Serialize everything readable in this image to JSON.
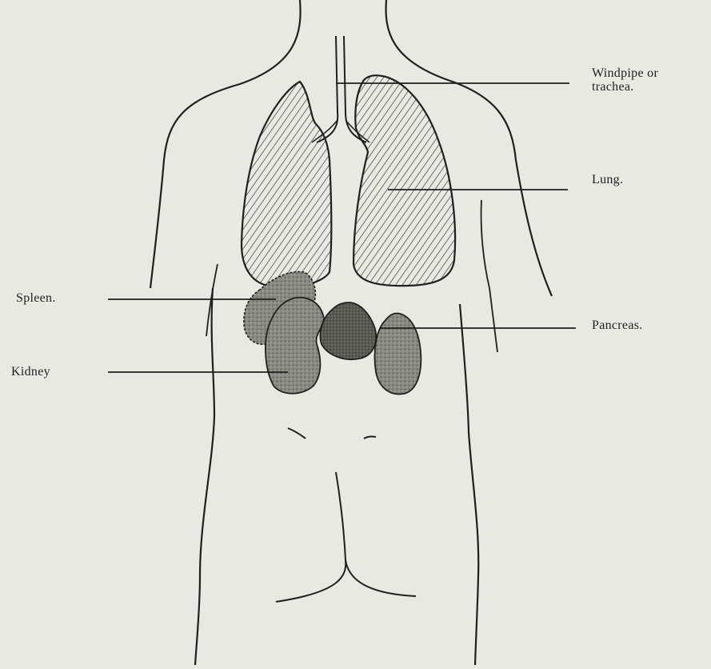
{
  "labels": {
    "windpipe": {
      "line1": "Windpipe or",
      "line2": "trachea."
    },
    "lung": "Lung.",
    "spleen": "Spleen.",
    "pancreas": "Pancreas.",
    "kidney": "Kidney"
  },
  "colors": {
    "paper": "#e9e9e4",
    "ink": "#1f1f1c",
    "organ_fill": "#7d7d78",
    "lung_fill": "#dcdcd6"
  }
}
